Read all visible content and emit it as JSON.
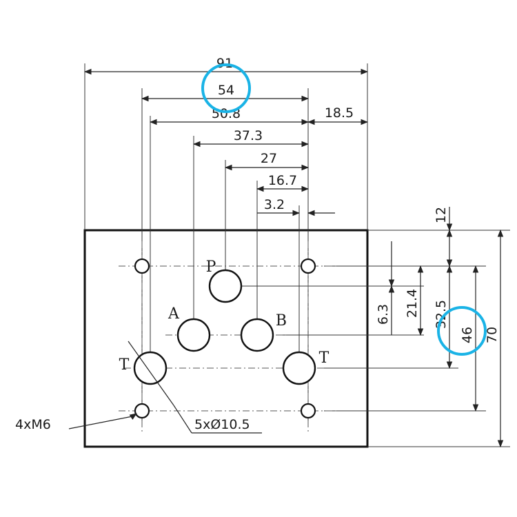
{
  "dimensions_top": {
    "overall": "91",
    "bolt_pitch": "54",
    "t_pitch": "50.8",
    "a_offset": "37.3",
    "p_offset": "27",
    "b_offset": "16.7",
    "small_offset": "3.2",
    "edge_offset": "18.5"
  },
  "dimensions_right": {
    "top_margin": "12",
    "d_6_3": "6.3",
    "d_21_4": "21.4",
    "d_32_5": "32.5",
    "bolt_pitch": "46",
    "overall": "70"
  },
  "ports": {
    "p": "P",
    "a": "A",
    "b": "B",
    "t_left": "T",
    "t_right": "T"
  },
  "callouts": {
    "bolts": "4xM6",
    "holes": "5xØ10.5"
  },
  "highlight_color": "#1ab3e6"
}
